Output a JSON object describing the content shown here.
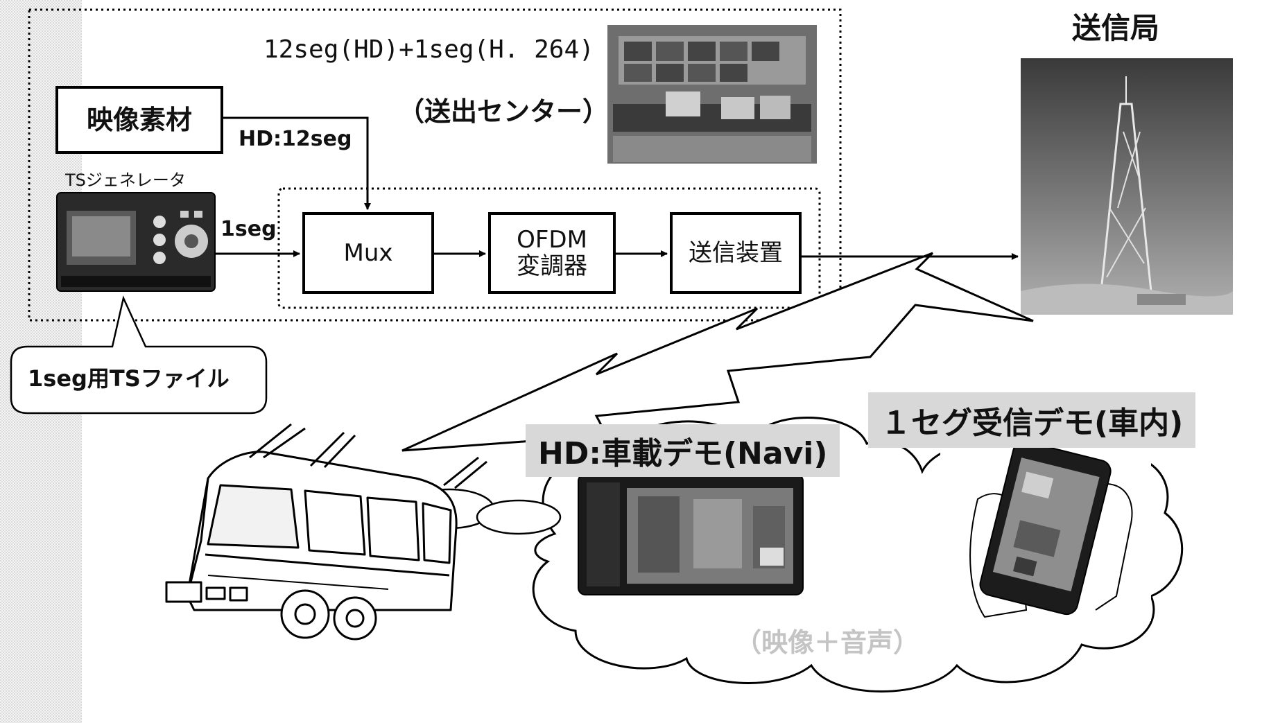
{
  "header": {
    "signal_spec": "12seg(HD)+1seg(H. 264)",
    "broadcast_center": "（送出センター）",
    "transmitter_station": "送信局"
  },
  "nodes": {
    "video_material": "映像素材",
    "ts_generator": "TSジェネレータ",
    "mux": "Mux",
    "ofdm_line1": "OFDM",
    "ofdm_line2": "変調器",
    "transmitter_equipment": "送信装置"
  },
  "edges": {
    "hd_stream": "HD:12seg",
    "oneseg_stream": "1seg"
  },
  "callouts": {
    "ts_file": "1seg用TSファイル"
  },
  "demos": {
    "hd_demo": "HD:車載デモ(Navi)",
    "oneseg_demo": "１セグ受信デモ(車内)",
    "output": "（映像＋音声）"
  }
}
